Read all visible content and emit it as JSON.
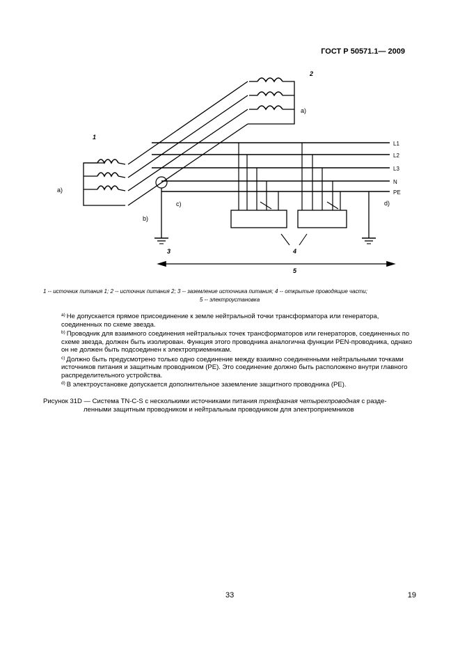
{
  "header": {
    "standard": "ГОСТ Р 50571.1— 2009"
  },
  "diagram": {
    "labels": {
      "num1": "1",
      "num2": "2",
      "num3": "3",
      "num4": "4",
      "num5": "5",
      "a_left": "a)",
      "a_right": "a)",
      "b": "b)",
      "c": "c)",
      "d": "d)"
    },
    "conductors": [
      "L1",
      "L2",
      "L3",
      "N",
      "PE"
    ]
  },
  "legend": {
    "line1": "1 -- источник питания  1;  2 -- источник питания 2; 3  --  заземление источника питания; 4  -- открытые проводящие части;",
    "line2": "5 -- электроустановка"
  },
  "notes": [
    {
      "mark": "a)",
      "text": "Не допускается прямое присоединение к земле нейтральной точки трансформатора или генератора, соединенных по схеме звезда."
    },
    {
      "mark": "b)",
      "text": "Проводник для взаимного соединения нейтральных точек трансформаторов или генераторов, соединенных по схеме звезда, должен быть изолирован. Функция этого проводника аналогична функции PEN-проводника, однако он не должен быть подсоединен к электроприемникам."
    },
    {
      "mark": "c)",
      "text": "Должно быть предусмотрено только одно соединение между взаимно соединенными нейтральными точками источников питания и защитным проводником (PE). Это соединение должно быть расположено внутри главного распределительного устройства."
    },
    {
      "mark": "d)",
      "text": "В электроустановке допускается дополнительное заземление защитного проводника (PE)."
    }
  ],
  "caption": {
    "prefix": "Рисунок 31D — Система TN-C-S с несколькими источниками питания ",
    "italic": "трехфазная четырехпроводная",
    "suffix": " с разде-",
    "line2": "ленными защитным проводником и нейтральным проводником для электроприемников"
  },
  "page": {
    "center": "33",
    "right": "19"
  }
}
